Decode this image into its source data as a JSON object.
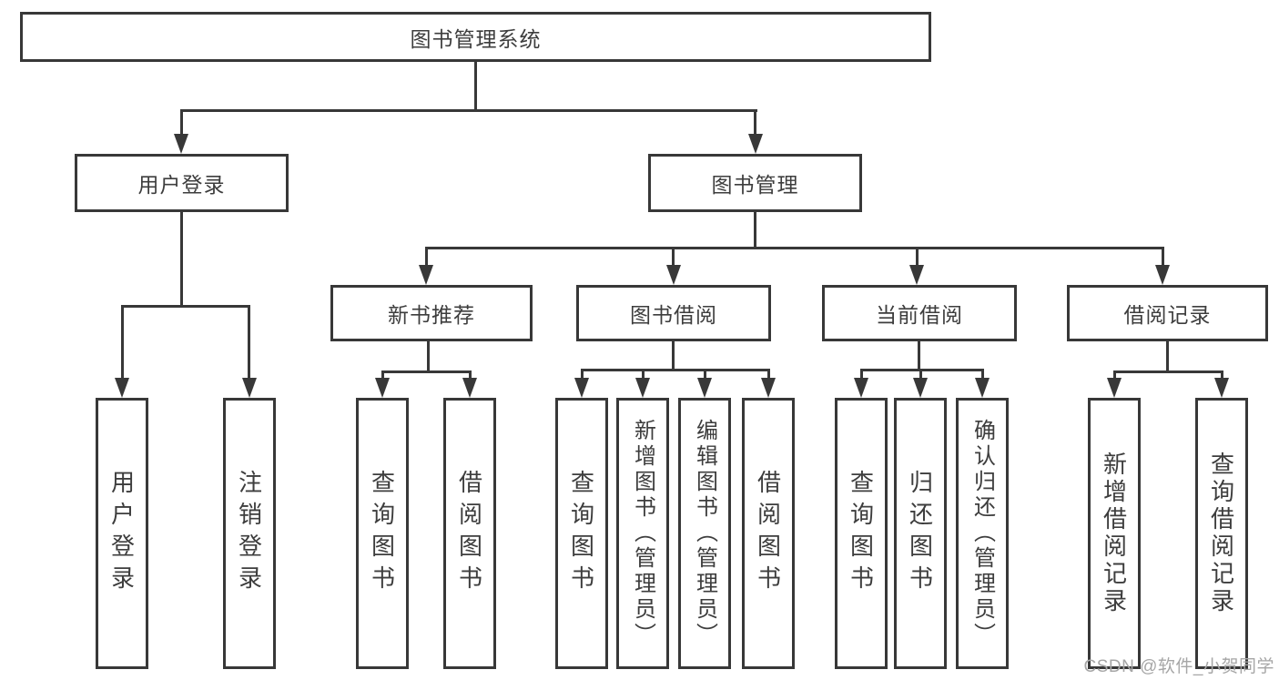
{
  "diagram": {
    "title_node": {
      "label": "图书管理系统"
    },
    "level2": [
      {
        "label": "用户登录"
      },
      {
        "label": "图书管理"
      }
    ],
    "level3": [
      {
        "label": "新书推荐"
      },
      {
        "label": "图书借阅"
      },
      {
        "label": "当前借阅"
      },
      {
        "label": "借阅记录"
      }
    ],
    "leaves": [
      {
        "label": "用户登录"
      },
      {
        "label": "注销登录"
      },
      {
        "label": "查询图书"
      },
      {
        "label": "借阅图书"
      },
      {
        "label": "查询图书"
      },
      {
        "label": "新增图书（管理员）"
      },
      {
        "label": "编辑图书（管理员）"
      },
      {
        "label": "借阅图书"
      },
      {
        "label": "查询图书"
      },
      {
        "label": "归还图书"
      },
      {
        "label": "确认归还（管理员）"
      },
      {
        "label": "新增借阅记录"
      },
      {
        "label": "查询借阅记录"
      }
    ],
    "colors": {
      "line": "#383838",
      "text": "#3d3d3d",
      "background": "#ffffff",
      "watermark_gray": "#a6a6a6"
    }
  },
  "watermark": {
    "text": "CSDN @软件_小贺同学"
  }
}
